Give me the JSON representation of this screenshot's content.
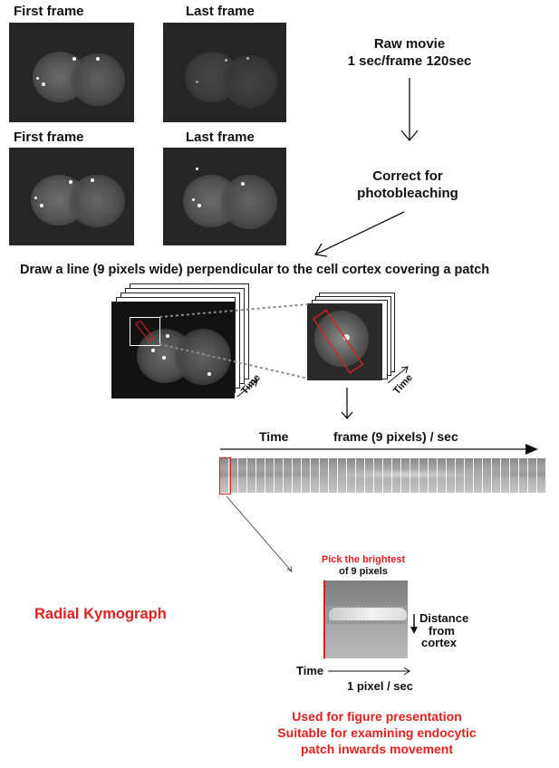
{
  "raw_row": {
    "first_label": "First frame",
    "last_label": "Last frame",
    "step_text_line1": "Raw movie",
    "step_text_line2": "1 sec/frame 120sec"
  },
  "corrected_row": {
    "first_label": "First frame",
    "last_label": "Last frame",
    "step_text_line1": "Correct for",
    "step_text_line2": "photobleaching"
  },
  "instruction": "Draw a line (9 pixels wide) perpendicular to the cell cortex covering a patch",
  "stack_axis_label": "Time",
  "zoom_axis_label": "Time",
  "montage": {
    "time_label": "Time",
    "rate_label": "frame (9 pixels) / sec",
    "frame_count": 36
  },
  "kymograph": {
    "title": "Radial Kymograph",
    "pick_line1": "Pick the brightest",
    "pick_line2": "of 9 pixels",
    "distance_line1": "Distance",
    "distance_line2": "from",
    "distance_line3": "cortex",
    "time_label": "Time",
    "rate_label": "1 pixel / sec"
  },
  "notes": {
    "line1": "Used for figure presentation",
    "line2": "Suitable for examining endocytic",
    "line3": "patch inwards movement"
  },
  "colors": {
    "accent_red": "#e0201f",
    "text": "#111111",
    "image_background": "#262626"
  }
}
